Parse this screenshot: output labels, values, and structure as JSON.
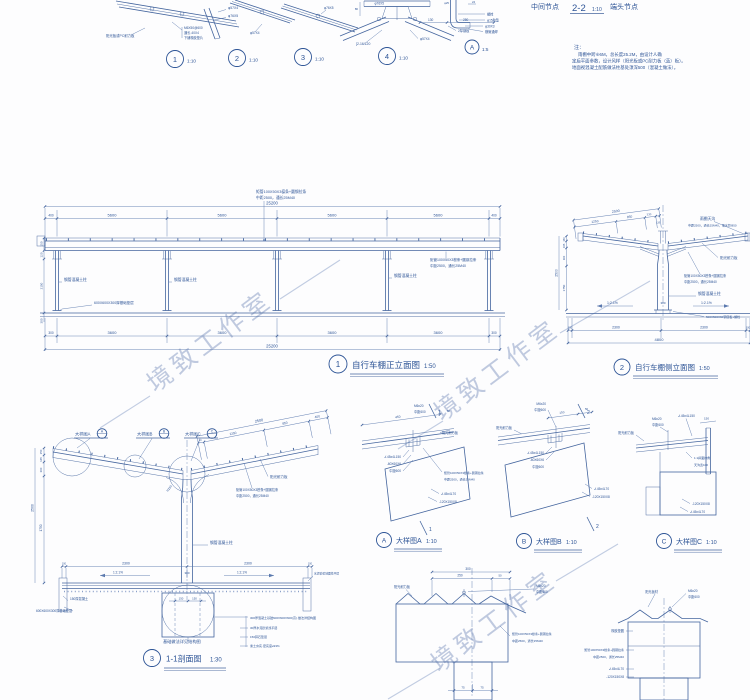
{
  "colors": {
    "line": "#44659e",
    "text": "#2d5496",
    "dim": "#5b79ae",
    "hatch": "#a9bad8",
    "watermark": "#97a8cb",
    "bg": "#fdfdfe"
  },
  "watermark": {
    "text": "境致工作室"
  },
  "header": {
    "mid": "中间节点",
    "ref": "2-2",
    "ref_scale": "1:10",
    "end": "端头节点"
  },
  "note": {
    "label": "注：",
    "l1": "雨棚中跨⑥6M，总长度25.2M，由设计人确",
    "l2": "定后平面参数，设计风样（阳光板或PC耐力板（蓝）板）。",
    "l3": "地面视混凝土配筋做法柱基处须深500（混凝土做法）。"
  },
  "shared": {
    "purlin1": "矩管100X50X3檩条+圆钢拉条",
    "purlin2": "中距2500，通长25M40",
    "sheet": "阳光耐力板",
    "sheet2": "阳光板材",
    "col": "钢管混凝土柱",
    "bolt": "M6x20",
    "pitch": "中距600",
    "angle150": "∠45x4L150",
    "angle70": "∠45x4L70",
    "flat": "-60X60X6",
    "plate": "-120X150X8",
    "slope": "1:2.1%",
    "scale110": "1:10",
    "scale15": "1:5",
    "scale150": "1:50",
    "scale130": "1:30"
  },
  "top": {
    "d1": {
      "num": "1",
      "sheet": "阳光板或PC耐力板",
      "bolt": "M6X50@600",
      "bar": "通长-40X4",
      "pad": "下铺橡胶垫片",
      "p1": "φ57X4",
      "p2": "φ76X5"
    },
    "d2": {
      "num": "2",
      "p1": "φ57X4"
    },
    "d3": {
      "num": "3",
      "p1": "φ76X5"
    },
    "d4": {
      "num": "4",
      "p_top": "φ76X5",
      "p_bot": "φ57X4",
      "channel": "[2-16/120",
      "plate2": "2厚钢板",
      "dim1": "130",
      "dim2": "280",
      "dim3": "86"
    },
    "dA": {
      "num": "A",
      "l1": "螺栓",
      "l2": "φ15胶垫",
      "l3": "φ30X3",
      "l4": "横管通焊",
      "d1": "φ25",
      "d2": "24"
    }
  },
  "front": {
    "num": "1",
    "title": "自行车棚正立面图",
    "total": "25200",
    "seg": "5600",
    "end": "400",
    "bot_end": "300",
    "bot_seg": "3600",
    "bot_total": "25200",
    "v1": "150",
    "v2": "120",
    "v3": "2150",
    "v4": "300",
    "base": "600X600X300厚基础垫层"
  },
  "side": {
    "num": "2",
    "title": "自行车棚侧立面图",
    "d_total": "2500",
    "d1": "1250",
    "d2": "850",
    "d3": "330",
    "d4": "120",
    "lv": [
      "150",
      "165",
      "300",
      "1750"
    ],
    "lv_total": "2500",
    "gutter": "雨棚天沟",
    "gutter2": "中距2500，通长25M40，落水管Φ50",
    "base": "500X500X60钢底板+螺栓",
    "mid": "380",
    "bot_end": "100",
    "bot_seg": "2300",
    "bot_total": "4800"
  },
  "section": {
    "num": "3",
    "title": "1-1剖面图",
    "callA": "大样图A",
    "callB": "大样图B",
    "callC": "大样图C",
    "lA": "A",
    "lB": "B",
    "lC": "C",
    "d_total": "2500",
    "d1": "1250",
    "d2": "850",
    "d3": "400",
    "d50": "50",
    "lv": [
      "150",
      "165",
      "300",
      "1750"
    ],
    "lv_total": "2500",
    "r250": "R250",
    "mid": "380",
    "bot_end": "100",
    "bot_seg": "2300",
    "ground_note": "水泥砂浆地面找平层",
    "pit150": "150",
    "left1": "150厚混凝土",
    "left2": "600X600X300厚基础垫层",
    "r1": "300厚混凝土基础600X600X600(高)·做法详结构图",
    "r2": "30厚水泥砂浆找平层",
    "r3": "150碎石垫层",
    "r4": "素土夯实·密实度≥93%",
    "foot": "基础做法详见结构图"
  },
  "dA": {
    "num": "A",
    "mark": "1",
    "dim": "450",
    "d50": "50",
    "title": "大样图A"
  },
  "dB": {
    "num": "B",
    "mark": "2",
    "dim1": "150",
    "d50": "50",
    "title": "大样图B"
  },
  "dC": {
    "num": "C",
    "dim1": "150",
    "slope": "1:1斜面抹角",
    "gutter": "天沟宽100",
    "title": "大样图C"
  },
  "bm": {
    "dim1": "300",
    "dim2": "250",
    "dim3": "50",
    "dim4": "75",
    "dim5": "75"
  },
  "br": {
    "l1": "橡胶垫圈"
  }
}
